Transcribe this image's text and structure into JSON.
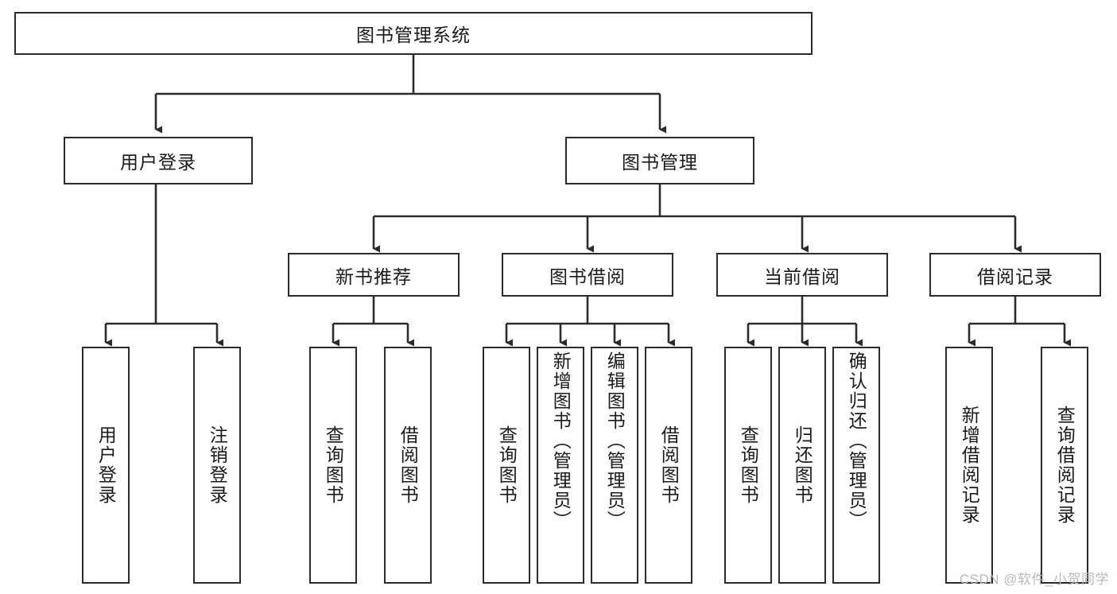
{
  "diagram": {
    "type": "hierarchy-tree",
    "title": "图书管理系统",
    "levels": 4,
    "root": {
      "label": "图书管理系统"
    },
    "level2": [
      {
        "label": "用户登录"
      },
      {
        "label": "图书管理"
      }
    ],
    "level3": [
      {
        "label": "新书推荐"
      },
      {
        "label": "图书借阅"
      },
      {
        "label": "当前借阅"
      },
      {
        "label": "借阅记录"
      }
    ],
    "leaves_user_login": [
      {
        "label": "用户登录"
      },
      {
        "label": "注销登录"
      }
    ],
    "leaves_new_book": [
      {
        "label": "查询图书"
      },
      {
        "label": "借阅图书"
      }
    ],
    "leaves_borrow": [
      {
        "label": "查询图书"
      },
      {
        "label": "新增图书（管理员）"
      },
      {
        "label": "编辑图书（管理员）"
      },
      {
        "label": "借阅图书"
      }
    ],
    "leaves_current": [
      {
        "label": "查询图书"
      },
      {
        "label": "归还图书"
      },
      {
        "label": "确认归还（管理员）"
      }
    ],
    "leaves_records": [
      {
        "label": "新增借阅记录"
      },
      {
        "label": "查询借阅记录"
      }
    ]
  },
  "watermark": {
    "text": "CSDN @软件_小贺同学"
  },
  "colors": {
    "stroke": "#2b2b2b",
    "fill": "#ffffff",
    "text": "#1a1a1a",
    "watermark": "#b9b9b9"
  }
}
